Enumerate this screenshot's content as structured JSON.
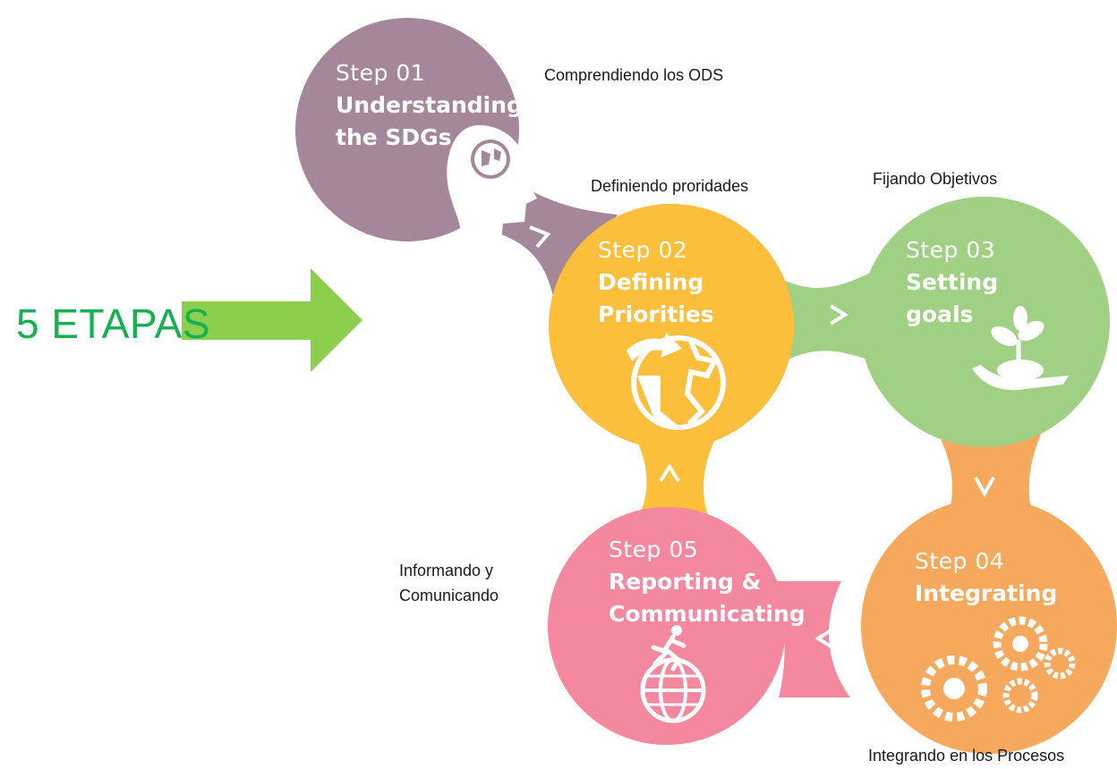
{
  "headline": "5 ETAPAS",
  "colors": {
    "step1": "#a48899",
    "step2": "#fbbf3c",
    "step3": "#9fd083",
    "step4": "#f6a85d",
    "step5": "#f3889f",
    "headline": "#16b050",
    "arrow": "#8ccf4d"
  },
  "steps": [
    {
      "num": "Step 01",
      "title_line1": "Understanding",
      "title_line2": "the SDGs",
      "caption": "Comprendiendo los ODS",
      "icon": "head-globe-icon"
    },
    {
      "num": "Step 02",
      "title_line1": "Defining",
      "title_line2": "Priorities",
      "caption": "Definiendo proridades",
      "icon": "globe-refresh-icon"
    },
    {
      "num": "Step 03",
      "title_line1": "Setting",
      "title_line2": "goals",
      "caption": "Fijando Objetivos",
      "icon": "hand-plant-icon"
    },
    {
      "num": "Step 04",
      "title_line1": "Integrating",
      "title_line2": "",
      "caption": "Integrando en los Procesos",
      "icon": "gears-icon"
    },
    {
      "num": "Step 05",
      "title_line1": "Reporting &",
      "title_line2": "Communicating",
      "caption_line1": "Informando y",
      "caption_line2": "Comunicando",
      "icon": "runner-globe-icon"
    }
  ]
}
